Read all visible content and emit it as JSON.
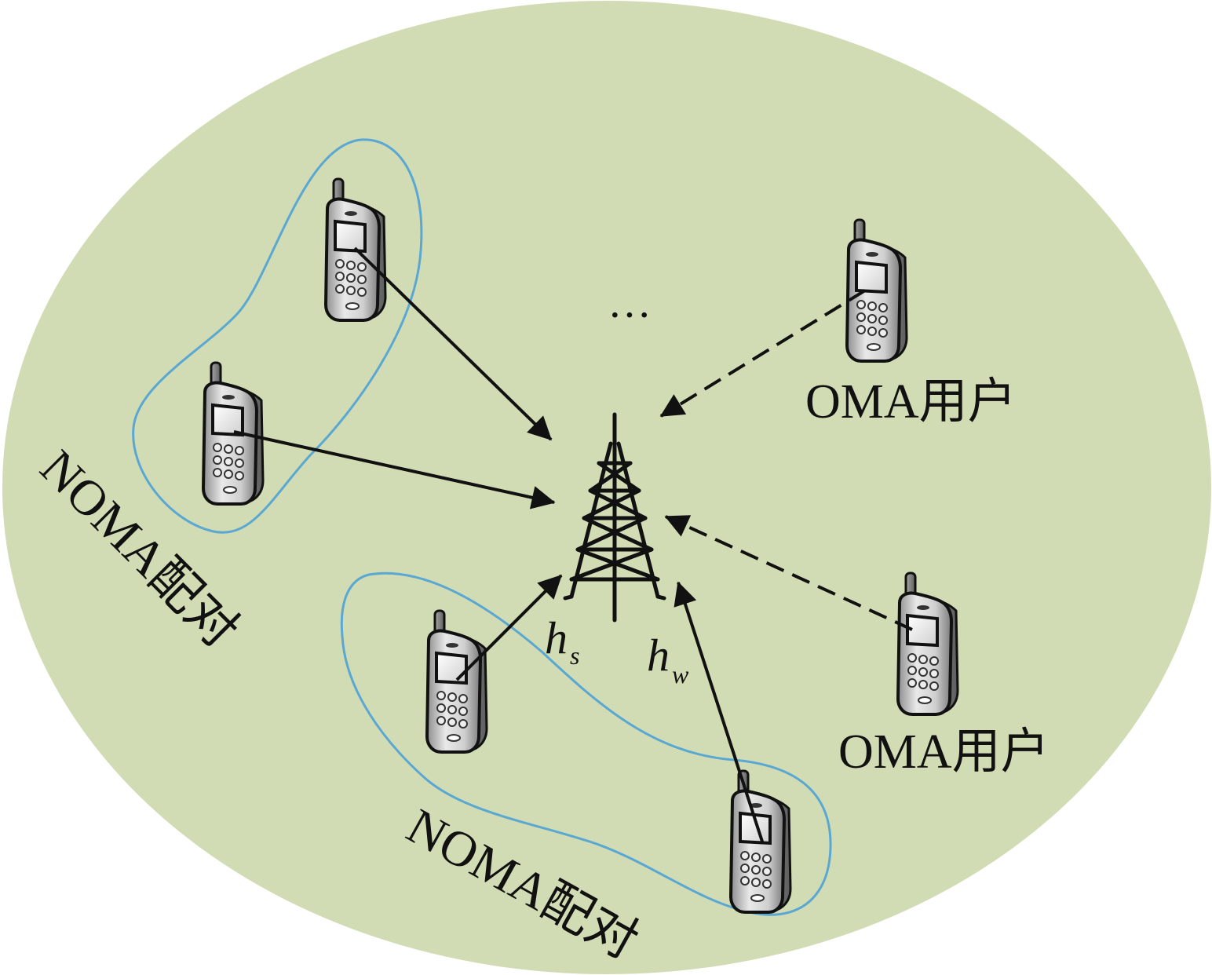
{
  "labels": {
    "noma_pair": "NOMA配对",
    "oma_user": "OMA用户",
    "h_strong_base": "h",
    "h_strong_sub": "s",
    "h_weak_base": "h",
    "h_weak_sub": "w",
    "ellipsis": "···"
  },
  "colors": {
    "cell_fill": "#d1dcb4",
    "group_outline": "#5aa8d2",
    "arrow": "#111111",
    "phone_body": "#cbcbcb",
    "tower": "#111111"
  },
  "icons": {
    "user_device": "mobile-phone-icon",
    "base_station": "cell-tower-icon"
  }
}
